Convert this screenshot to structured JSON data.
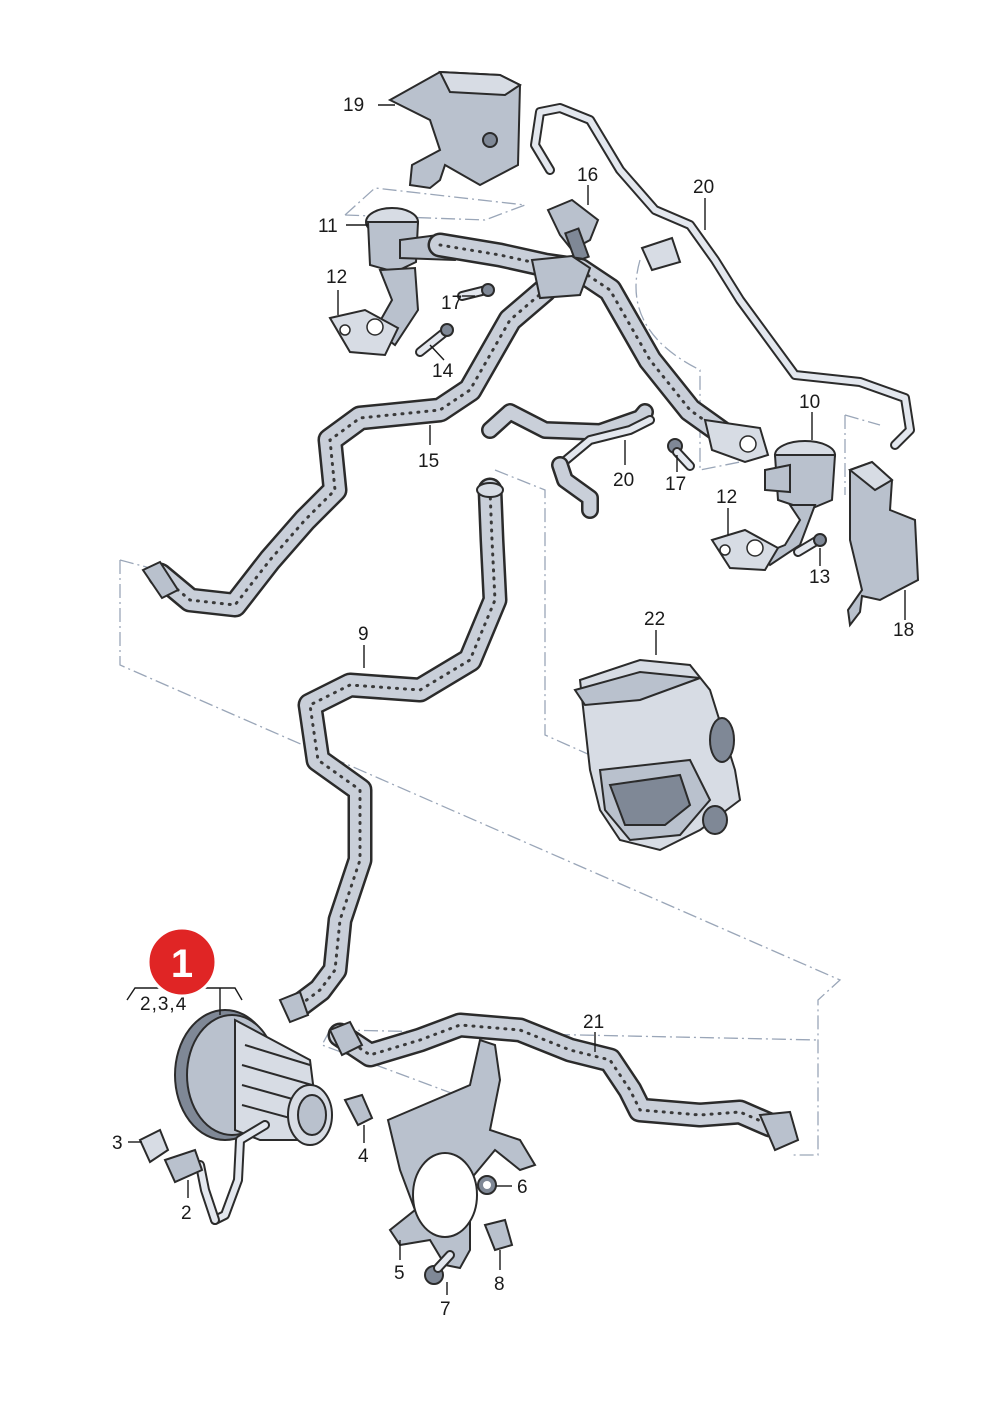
{
  "callouts": {
    "c1": "1",
    "c234": "2,3,4",
    "c2": "2",
    "c3": "3",
    "c4": "4",
    "c5": "5",
    "c6": "6",
    "c7": "7",
    "c8": "8",
    "c9": "9",
    "c10": "10",
    "c11": "11",
    "c12a": "12",
    "c12b": "12",
    "c13": "13",
    "c14": "14",
    "c15": "15",
    "c16": "16",
    "c17a": "17",
    "c17b": "17",
    "c18": "18",
    "c19": "19",
    "c20a": "20",
    "c20b": "20",
    "c21": "21",
    "c22": "22"
  },
  "highlight_marker": {
    "label": "1",
    "color": "#e02525"
  },
  "colors": {
    "hose_fill": "#c9cfd9",
    "part_fill": "#b9c1cd",
    "outline": "#2b2b2b",
    "ghost_line": "#9aa6b8"
  }
}
